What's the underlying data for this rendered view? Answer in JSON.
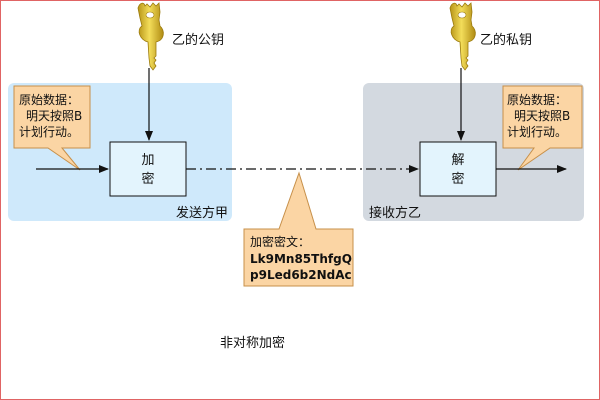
{
  "sender": {
    "key_label": "乙的公钥",
    "region_label": "发送方甲",
    "note_lines": [
      "原始数据：",
      "明天按照B",
      "计划行动。"
    ],
    "box_lines": [
      "加",
      "密"
    ]
  },
  "receiver": {
    "key_label": "乙的私钥",
    "region_label": "接收方乙",
    "note_lines": [
      "原始数据：",
      "明天按照B",
      "计划行动。"
    ],
    "box_lines": [
      "解",
      "密"
    ]
  },
  "ciphertext": {
    "title": "加密密文：",
    "lines": [
      "Lk9Mn85ThfgQ",
      "p9Led6b2NdAc"
    ]
  },
  "caption": "非对称加密",
  "colors": {
    "sender_region": "#cfe9fb",
    "receiver_region": "#d3d9e0",
    "callout_fill": "#fbd5a4",
    "callout_stroke": "#c7904a",
    "box_fill": "#e3f4fd",
    "key_gold": "#e4c434",
    "border": "#e06464"
  },
  "icons": [
    "public-key-icon",
    "private-key-icon"
  ]
}
